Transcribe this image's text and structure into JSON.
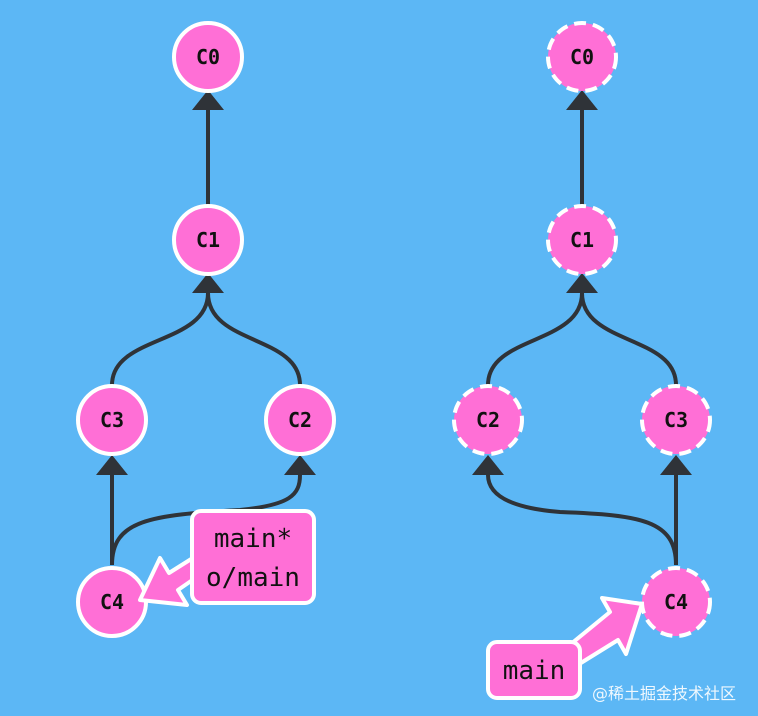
{
  "colors": {
    "background": "#5cb7f5",
    "node_fill": "#ff6fd6",
    "node_stroke": "#ffffff",
    "edge": "#2f3338",
    "tag_fill": "#ff6fd6",
    "tag_stroke": "#ffffff"
  },
  "left_graph": {
    "nodes": {
      "c0": "C0",
      "c1": "C1",
      "c3": "C3",
      "c2": "C2",
      "c4": "C4"
    },
    "tag": {
      "line1": "main*",
      "line2": "o/main"
    }
  },
  "right_graph": {
    "nodes": {
      "c0": "C0",
      "c1": "C1",
      "c2": "C2",
      "c3": "C3",
      "c4": "C4"
    },
    "tag": {
      "line1": "main"
    }
  },
  "watermark": "@稀土掘金技术社区"
}
